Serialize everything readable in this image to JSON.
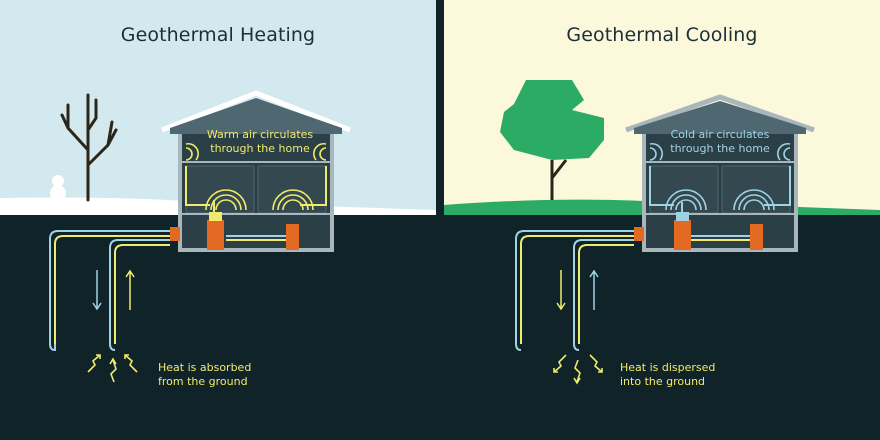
{
  "colors": {
    "night_ground": "#0f2329",
    "winter_sky": "#d3e9f0",
    "summer_sky": "#fcf8dc",
    "grass": "#2cab66",
    "snow": "#ffffff",
    "warm_line": "#f2ea6b",
    "cold_line": "#9fd3e4",
    "house_roof": "#4f6770",
    "house_interior": "#2b3f47",
    "heat_pump": "#e26a23"
  },
  "heating": {
    "title": "Geothermal Heating",
    "house_text_line1": "Warm air circulates",
    "house_text_line2": "through the home",
    "ground_text_line1": "Heat is absorbed",
    "ground_text_line2": "from the ground",
    "icons": [
      "bare-tree-icon",
      "snowman-icon",
      "heat-wave-icon",
      "heat-arrow-icon"
    ]
  },
  "cooling": {
    "title": "Geothermal Cooling",
    "house_text_line1": "Cold air circulates",
    "house_text_line2": "through the home",
    "ground_text_line1": "Heat is dispersed",
    "ground_text_line2": "into the ground",
    "icons": [
      "leafy-tree-icon",
      "cool-wave-icon",
      "heat-arrow-icon"
    ]
  }
}
